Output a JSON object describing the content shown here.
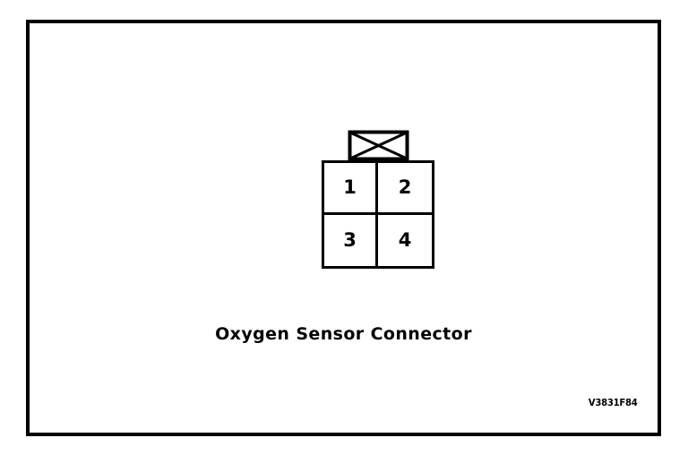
{
  "figure": {
    "caption": "Oxygen Sensor Connector",
    "reference_code": "V3831F84",
    "border_color": "#000000",
    "background_color": "#ffffff",
    "line_color": "#000000"
  },
  "connector": {
    "name": "Oxygen Sensor Connector",
    "latch_tab": {
      "shape": "trapezoid",
      "marking": "x-cross"
    },
    "grid": {
      "rows": 2,
      "columns": 2,
      "pins": [
        {
          "number": "1",
          "row": 0,
          "column": 0
        },
        {
          "number": "2",
          "row": 0,
          "column": 1
        },
        {
          "number": "3",
          "row": 1,
          "column": 0
        },
        {
          "number": "4",
          "row": 1,
          "column": 1
        }
      ]
    }
  }
}
